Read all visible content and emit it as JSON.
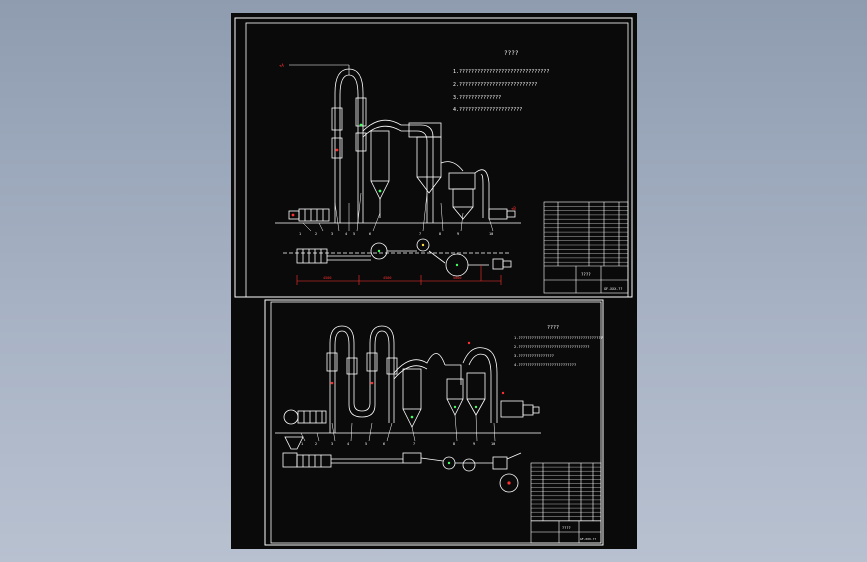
{
  "colors": {
    "background": "#0a0a0a",
    "line": "#ffffff",
    "dimension": "#ff3030",
    "accent_green": "#40ff60",
    "accent_yellow": "#ffe040"
  },
  "drawing_top": {
    "notes_heading": "????",
    "notes": [
      "1.??????????????????????????????",
      "2.??????????????????????????",
      "3.??????????????",
      "4.?????????????????????"
    ],
    "title_block_caption": "????",
    "title_block_code": "GF-XXX-??"
  },
  "drawing_bottom": {
    "notes_heading": "????",
    "notes": [
      "1.??????????????????????????????????????",
      "2.????????????????????????????????",
      "3.????????????????",
      "4.??????????????????????????"
    ],
    "title_block_caption": "????",
    "title_block_code": "GF-XXX-??"
  }
}
